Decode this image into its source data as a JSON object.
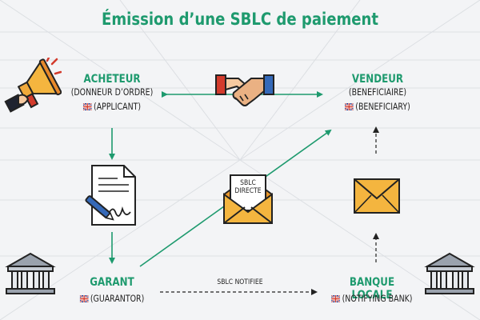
{
  "title": "Émission d’une SBLC de paiement",
  "buyer": {
    "name": "ACHETEUR",
    "fr": "(DONNEUR D’ORDRE)",
    "en": "(APPLICANT)"
  },
  "seller": {
    "name": "VENDEUR",
    "fr": "(BENEFICIAIRE)",
    "en": "(BENEFICIARY)"
  },
  "guarantor": {
    "name": "GARANT",
    "en": "(GUARANTOR)"
  },
  "local_bank": {
    "name": "BANQUE LOCALE",
    "en": "(NOTIFYING BANK)"
  },
  "envelope_label": {
    "line1": "SBLC",
    "line2": "DIRECTE"
  },
  "notified_label": "SBLC NOTIFIEE",
  "colors": {
    "accent": "#1e9a6e",
    "arrow_dark": "#222222",
    "envelope": "#f4b53f"
  },
  "icons": [
    "megaphone-icon",
    "handshake-icon",
    "contract-icon",
    "bank-icon",
    "envelope-icon",
    "open-envelope-icon",
    "uk-flag-icon"
  ]
}
